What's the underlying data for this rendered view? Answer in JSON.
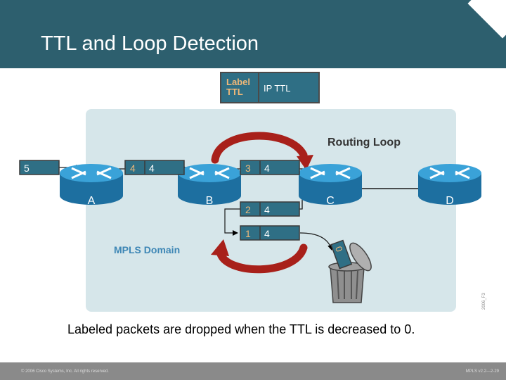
{
  "slide": {
    "title": "TTL and Loop Detection",
    "caption": "Labeled packets are dropped when the TTL is decreased to 0.",
    "footer_left": "© 2006 Cisco Systems, Inc. All rights reserved.",
    "footer_right": "MPLS v2.2—2-29",
    "side_code": "2006_F3"
  },
  "legend": {
    "label_ttl_line1": "Label",
    "label_ttl_line2": "TTL",
    "ip_ttl": "IP TTL"
  },
  "diagram": {
    "routing_loop_label": "Routing Loop",
    "mpls_domain_label": "MPLS Domain",
    "routers": [
      {
        "name": "A"
      },
      {
        "name": "B"
      },
      {
        "name": "C"
      },
      {
        "name": "D"
      }
    ],
    "packets": [
      {
        "id": "ingress",
        "ip_ttl": "5"
      },
      {
        "id": "a-to-b",
        "label_ttl": "4",
        "ip_ttl": "4"
      },
      {
        "id": "b-to-c",
        "label_ttl": "3",
        "ip_ttl": "4"
      },
      {
        "id": "c-to-b",
        "label_ttl": "2",
        "ip_ttl": "4"
      },
      {
        "id": "b-to-c-2",
        "label_ttl": "1",
        "ip_ttl": "4"
      }
    ],
    "dropped_ttl": "0"
  },
  "colors": {
    "header": "#2d5f6e",
    "packet_fill": "#2f6f85",
    "label_ttl_text": "#f0b878",
    "loop_arrow": "#a8201a",
    "domain_bg": "#d6e6ea",
    "router": "#2a8fc4"
  }
}
